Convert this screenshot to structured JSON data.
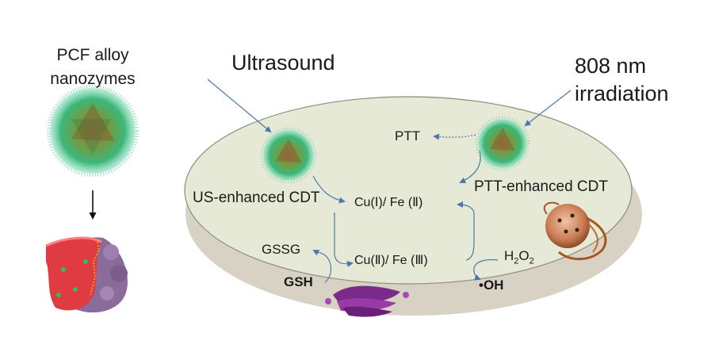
{
  "nanozyme_label_line1": "PCF alloy",
  "nanozyme_label_line2": "nanozymes",
  "ultrasound_label": "Ultrasound",
  "irradiation_label_line1": "808 nm",
  "irradiation_label_line2": "irradiation",
  "ptt_label": "PTT",
  "us_cdt_label": "US-enhanced CDT",
  "ptt_cdt_label": "PTT-enhanced CDT",
  "cu1_fe2_label": "Cu(Ⅰ)/ Fe (Ⅱ)",
  "cu2_fe3_label": "Cu(Ⅱ)/ Fe (Ⅲ)",
  "gssg_label": "GSSG",
  "gsh_label": "GSH",
  "h2o2_label": "H",
  "h2o2_sub": "2",
  "h2o2_o": "O",
  "h2o2_sub2": "2",
  "oh_label": "•OH",
  "colors": {
    "dish_top": "#e6e9d6",
    "dish_side": "#d7d2c4",
    "arrow_blue": "#4a79a8",
    "tumor_red": "#e03a43",
    "tumor_purple": "#8a6b9a"
  }
}
